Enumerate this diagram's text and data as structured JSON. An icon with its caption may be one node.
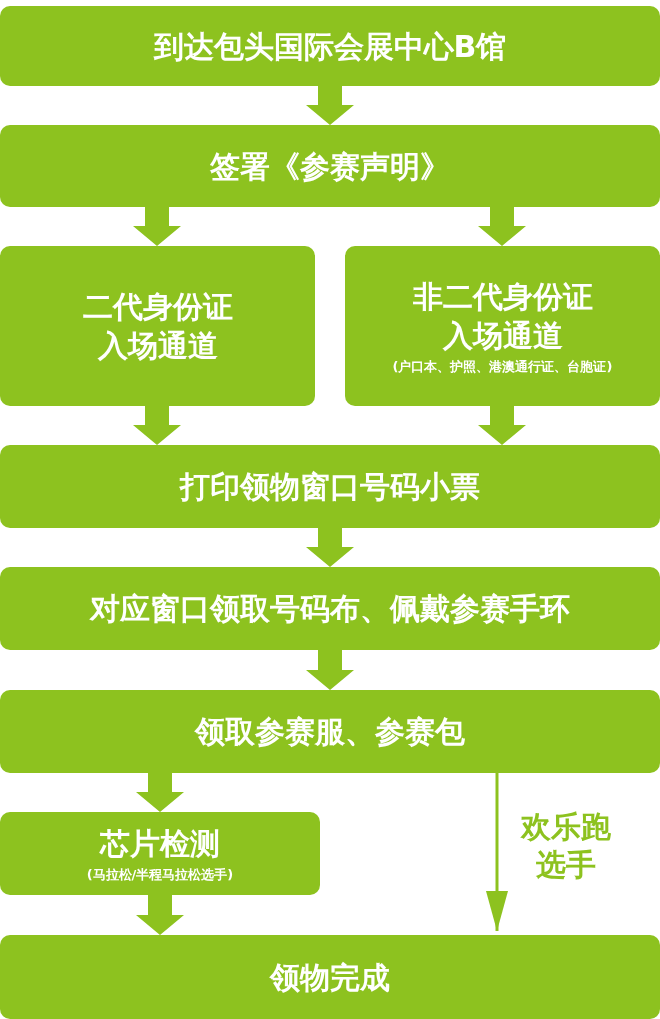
{
  "diagram": {
    "nodes": [
      {
        "text": [
          "到达包头国际会展中心B馆"
        ]
      },
      {
        "text": [
          "签署《参赛声明》"
        ]
      },
      {
        "text": [
          "二代身份证入场通道"
        ]
      },
      {
        "text": [
          "非二代身份证入场通道",
          "(户口本、护照、港澳通行证、台胞证)"
        ]
      },
      {
        "text": [
          "打印领物窗口号码小票"
        ]
      },
      {
        "text": [
          "对应窗口领取号码布、佩戴参赛手环"
        ]
      },
      {
        "text": [
          "领取参赛服、参赛包"
        ]
      },
      {
        "text": [
          "芯片检测",
          "(马拉松/半程马拉松选手)"
        ]
      },
      {
        "text": [
          "领物完成"
        ]
      }
    ],
    "edges": [
      {
        "from": 0,
        "to": 1,
        "arrow": "to"
      },
      {
        "from": 1,
        "to": 2,
        "arrow": "to"
      },
      {
        "from": 1,
        "to": 3,
        "arrow": "to"
      },
      {
        "from": 2,
        "to": 4,
        "arrow": "to"
      },
      {
        "from": 3,
        "to": 4,
        "arrow": "to"
      },
      {
        "from": 4,
        "to": 5,
        "arrow": "to"
      },
      {
        "from": 5,
        "to": 6,
        "arrow": "to"
      },
      {
        "from": 6,
        "to": 7,
        "arrow": "to"
      },
      {
        "from": 7,
        "to": 8,
        "arrow": "to"
      },
      {
        "from": 6,
        "to": 8,
        "arrow": "to",
        "label": "欢乐跑选手"
      }
    ]
  }
}
